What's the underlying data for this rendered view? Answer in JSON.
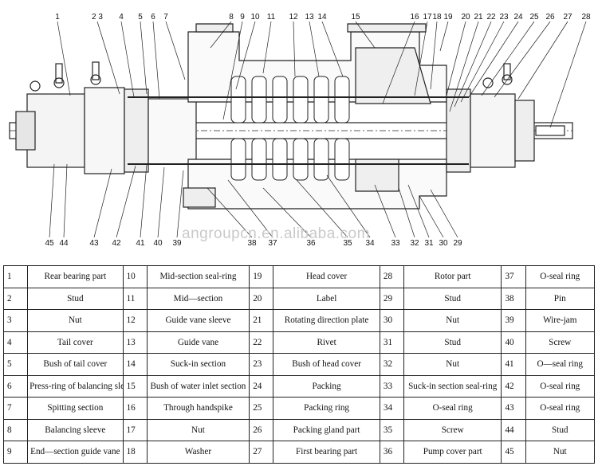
{
  "drawing_callouts": {
    "top": [
      "1",
      "2 3",
      "4",
      "5",
      "6",
      "7",
      "8",
      "9",
      "10",
      "11",
      "12",
      "13",
      "14",
      "15",
      "16",
      "17",
      "18",
      "19",
      "20",
      "21",
      "22",
      "23",
      "24",
      "25",
      "26",
      "27",
      "28"
    ],
    "bottom": [
      "45",
      "44",
      "43",
      "42",
      "41",
      "40",
      "39",
      "38",
      "37",
      "36",
      "35",
      "34",
      "33",
      "32",
      "31",
      "30",
      "29"
    ]
  },
  "watermark": "angroupcn.en.alibaba.com",
  "parts": [
    {
      "no": "1",
      "name": "Rear bearing part"
    },
    {
      "no": "2",
      "name": "Stud"
    },
    {
      "no": "3",
      "name": "Nut"
    },
    {
      "no": "4",
      "name": "Tail cover"
    },
    {
      "no": "5",
      "name": "Bush of tail cover"
    },
    {
      "no": "6",
      "name": "Press-ring of balancing sleeve"
    },
    {
      "no": "7",
      "name": "Spitting section"
    },
    {
      "no": "8",
      "name": "Balancing sleeve"
    },
    {
      "no": "9",
      "name": "End—section guide vane"
    },
    {
      "no": "10",
      "name": "Mid-section seal-ring"
    },
    {
      "no": "11",
      "name": "Mid—section"
    },
    {
      "no": "12",
      "name": "Guide vane sleeve"
    },
    {
      "no": "13",
      "name": "Guide vane"
    },
    {
      "no": "14",
      "name": "Suck-in section"
    },
    {
      "no": "15",
      "name": "Bush of water inlet section"
    },
    {
      "no": "16",
      "name": "Through handspike"
    },
    {
      "no": "17",
      "name": "Nut"
    },
    {
      "no": "18",
      "name": "Washer"
    },
    {
      "no": "19",
      "name": "Head cover"
    },
    {
      "no": "20",
      "name": "Label"
    },
    {
      "no": "21",
      "name": "Rotating direction plate"
    },
    {
      "no": "22",
      "name": "Rivet"
    },
    {
      "no": "23",
      "name": "Bush of head cover"
    },
    {
      "no": "24",
      "name": "Packing"
    },
    {
      "no": "25",
      "name": "Packing ring"
    },
    {
      "no": "26",
      "name": "Packing gland part"
    },
    {
      "no": "27",
      "name": "First bearing part"
    },
    {
      "no": "28",
      "name": "Rotor part"
    },
    {
      "no": "29",
      "name": "Stud"
    },
    {
      "no": "30",
      "name": "Nut"
    },
    {
      "no": "31",
      "name": "Stud"
    },
    {
      "no": "32",
      "name": "Nut"
    },
    {
      "no": "33",
      "name": "Suck-in section seal-ring"
    },
    {
      "no": "34",
      "name": "O-seal ring"
    },
    {
      "no": "35",
      "name": "Screw"
    },
    {
      "no": "36",
      "name": "Pump cover part"
    },
    {
      "no": "37",
      "name": "O-seal ring"
    },
    {
      "no": "38",
      "name": "Pin"
    },
    {
      "no": "39",
      "name": "Wire-jam"
    },
    {
      "no": "40",
      "name": "Screw"
    },
    {
      "no": "41",
      "name": "O—seal ring"
    },
    {
      "no": "42",
      "name": "O-seal ring"
    },
    {
      "no": "43",
      "name": "O-seal ring"
    },
    {
      "no": "44",
      "name": "Stud"
    },
    {
      "no": "45",
      "name": "Nut"
    }
  ]
}
